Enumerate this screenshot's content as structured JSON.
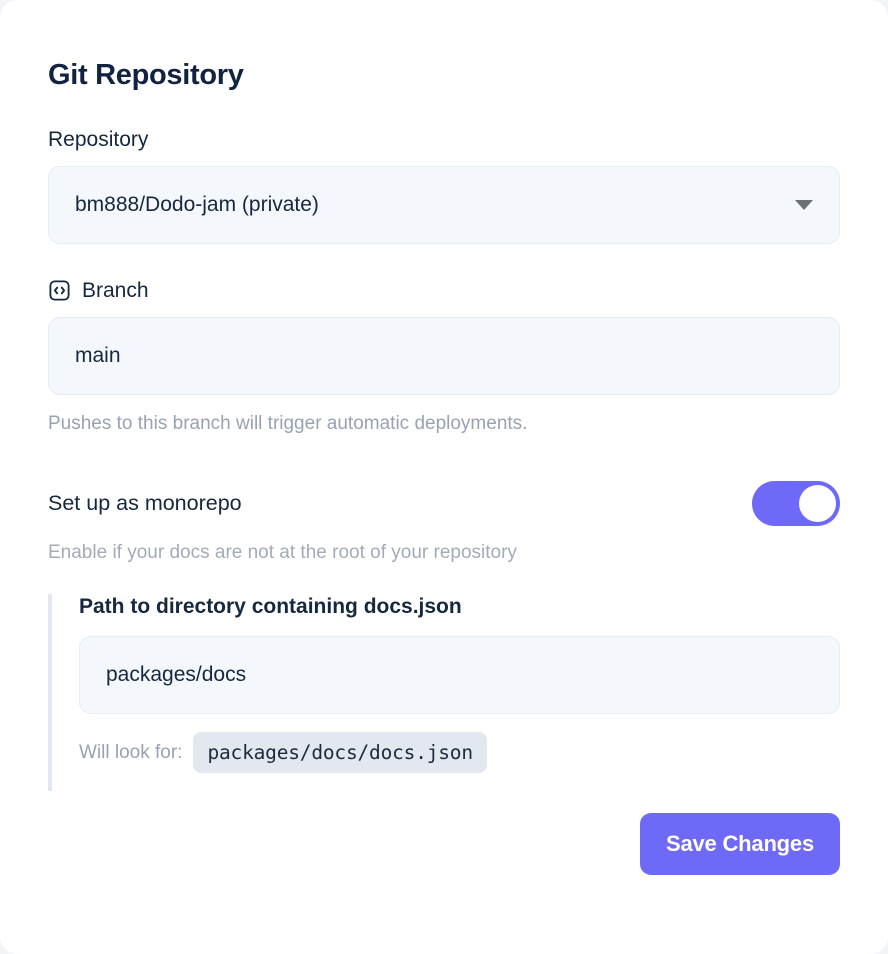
{
  "card": {
    "title": "Git Repository"
  },
  "repository": {
    "label": "Repository",
    "selected": "bm888/Dodo-jam (private)",
    "options": [
      "bm888/Dodo-jam (private)"
    ],
    "arrow_icon": "chevron-down-icon"
  },
  "branch": {
    "label": "Branch",
    "icon": "code-brackets-icon",
    "value": "main",
    "placeholder": "main",
    "helper": "Pushes to this branch will trigger automatic deployments."
  },
  "monorepo": {
    "title": "Set up as monorepo",
    "helper": "Enable if your docs are not at the root of your repository",
    "toggle_state": "on",
    "path": {
      "label": "Path to directory containing docs.json",
      "value": "packages/docs",
      "placeholder": "packages/docs"
    },
    "will_look_for": {
      "label": "Will look for:",
      "path": "packages/docs/docs.json"
    }
  },
  "footer": {
    "save_label": "Save Changes"
  },
  "colors": {
    "accent": "#6f69f7",
    "title": "#112340",
    "muted": "#98a2b3",
    "input_bg": "#f4f7fb",
    "chip_bg": "#e3e8f0"
  }
}
